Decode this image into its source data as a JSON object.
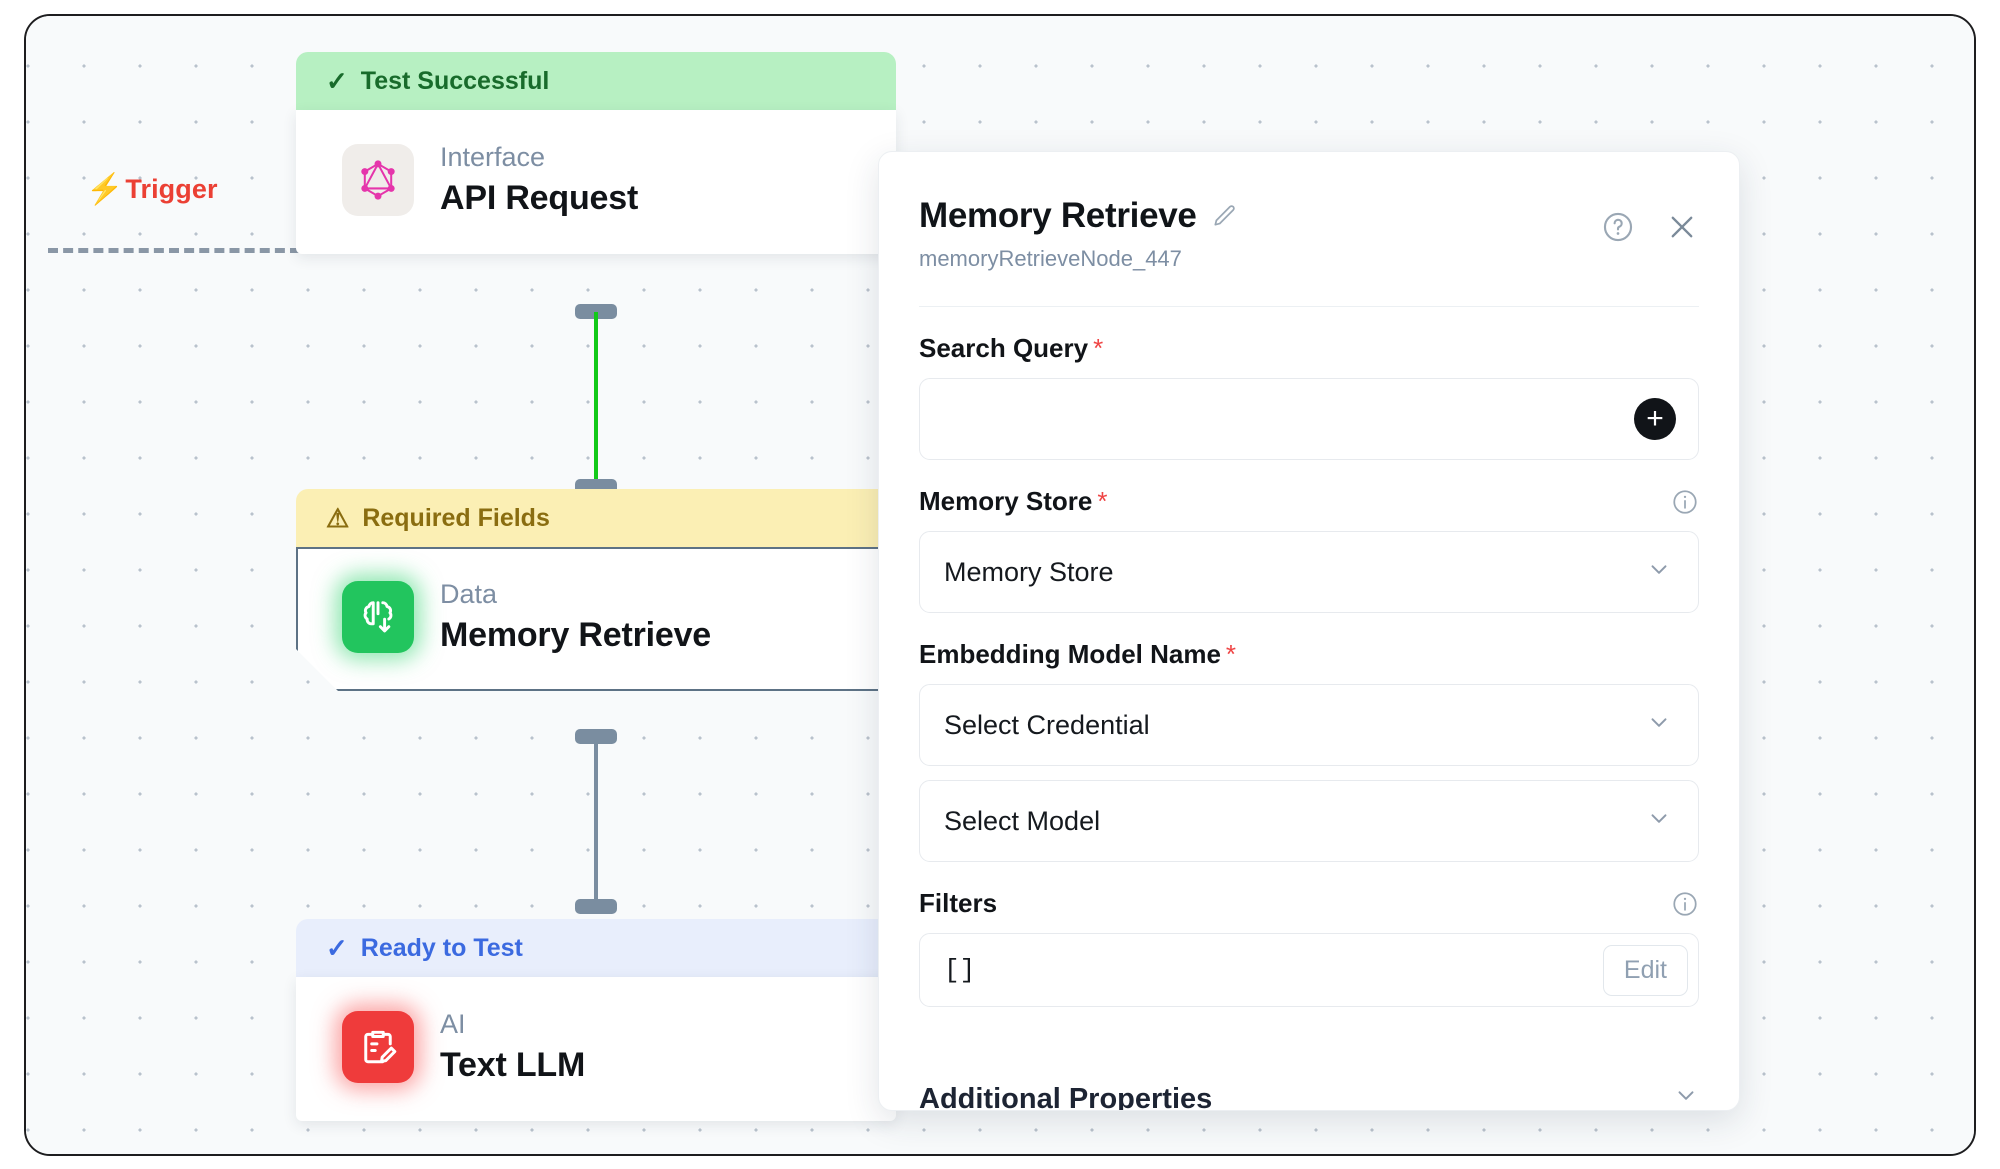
{
  "canvas": {
    "trigger": {
      "label": "Trigger",
      "icon": "lightning-bolt-icon",
      "color": "#eb4034"
    }
  },
  "nodes": [
    {
      "status": "Test Successful",
      "status_type": "success",
      "status_icon": "check-icon",
      "kind": "Interface",
      "title": "API Request",
      "icon": "graphql-icon"
    },
    {
      "status": "Required Fields",
      "status_type": "warning",
      "status_icon": "warning-triangle-icon",
      "kind": "Data",
      "title": "Memory Retrieve",
      "icon": "brain-download-icon"
    },
    {
      "status": "Ready to Test",
      "status_type": "ready",
      "status_icon": "check-icon",
      "kind": "AI",
      "title": "Text LLM",
      "icon": "clipboard-pencil-icon"
    }
  ],
  "panel": {
    "title": "Memory Retrieve",
    "edit_icon": "pencil-icon",
    "subtitle": "memoryRetrieveNode_447",
    "help_icon": "help-circle-icon",
    "close_icon": "close-icon",
    "fields": {
      "search_query": {
        "label": "Search Query",
        "required": "*",
        "value": "",
        "placeholder": "",
        "add_icon": "plus-icon"
      },
      "memory_store": {
        "label": "Memory Store",
        "required": "*",
        "info_icon": "info-icon",
        "value": "Memory Store",
        "chevron_icon": "chevron-down-icon"
      },
      "embedding_model": {
        "label": "Embedding Model Name",
        "required": "*",
        "credential_value": "Select Credential",
        "model_value": "Select Model",
        "chevron_icon": "chevron-down-icon"
      },
      "filters": {
        "label": "Filters",
        "info_icon": "info-icon",
        "value": "[]",
        "edit_label": "Edit"
      },
      "additional_properties": {
        "label": "Additional Properties",
        "chevron_icon": "chevron-down-icon"
      }
    }
  },
  "colors": {
    "success_bg": "#b7f0c2",
    "success_fg": "#186b2b",
    "warning_bg": "#fbefb4",
    "warning_fg": "#8a6d10",
    "ready_bg": "#e8eefc",
    "ready_fg": "#3b6ae0",
    "trigger": "#eb4034",
    "wire_active": "#12c918",
    "wire_idle": "#7a8da0",
    "required": "#ef4444"
  }
}
